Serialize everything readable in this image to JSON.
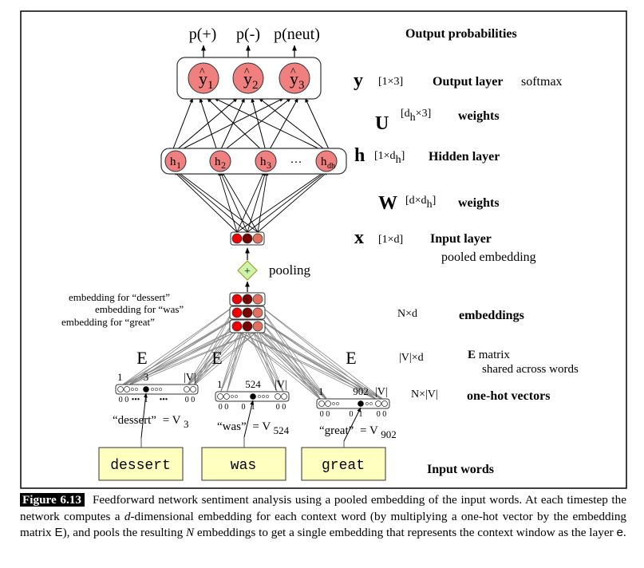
{
  "figure": {
    "label": "Figure 6.13",
    "caption_parts": [
      "Feedforward network sentiment analysis using a pooled embedding of the input words. At each timestep the network computes a ",
      "d",
      "-dimensional embedding for each context word (by multiplying a one-hot vector by the embedding matrix ",
      "E",
      "), and pools the resulting ",
      "N",
      " embeddings to get a single embedding that represents the context window as the layer ",
      "e",
      "."
    ]
  },
  "outputs": {
    "probabilities": [
      "p(+)",
      "p(-)",
      "p(neut)"
    ],
    "nodes": [
      {
        "symbol": "y",
        "hat": "^",
        "subscript": "1"
      },
      {
        "symbol": "y",
        "hat": "^",
        "subscript": "2"
      },
      {
        "symbol": "y",
        "hat": "^",
        "subscript": "3"
      }
    ]
  },
  "hidden": {
    "nodes": [
      {
        "symbol": "h",
        "subscript": "1"
      },
      {
        "symbol": "h",
        "subscript": "2"
      },
      {
        "symbol": "h",
        "subscript": "3"
      },
      {
        "symbol": "h",
        "subscript": "dh"
      }
    ],
    "ellipsis": "···"
  },
  "pooling": {
    "symbol": "+",
    "label": "pooling"
  },
  "embedding_labels": [
    "embedding for “dessert”",
    "embedding for “was”",
    "embedding for “great”"
  ],
  "embedding_matrix_label": "E",
  "onehot": [
    {
      "first_index": "1",
      "hot_index": "3",
      "last_index": "|V|",
      "bits": "0 0 ••• 1   •••  0 0",
      "bits_parts": [
        "0 0",
        "•••",
        "1",
        "•••",
        "0 0"
      ],
      "equation_word": "“dessert”",
      "equation_eq": "= V",
      "equation_sub": "3"
    },
    {
      "first_index": "1",
      "hot_index": "524",
      "last_index": "|V|",
      "bits_parts": [
        "0 0",
        "0",
        "1",
        "0 0"
      ],
      "equation_word": "“was”",
      "equation_eq": "= V",
      "equation_sub": "524"
    },
    {
      "first_index": "1",
      "hot_index": "902",
      "last_index": "|V|",
      "bits_parts": [
        "0 0",
        "0",
        "1",
        "0 0"
      ],
      "equation_word": "“great”",
      "equation_eq": "= V",
      "equation_sub": "902"
    }
  ],
  "input_words": [
    "dessert",
    "was",
    "great"
  ],
  "right_labels": {
    "output_probabilities": "Output probabilities",
    "y": {
      "symbol": "y",
      "dims": "[1×3]",
      "name": "Output layer",
      "note": "softmax"
    },
    "U": {
      "symbol": "U",
      "dims_pre": "[d",
      "dims_sub": "h",
      "dims_post": "×3]",
      "name": "weights"
    },
    "h": {
      "symbol": "h",
      "dims_pre": "[1×d",
      "dims_sub": "h",
      "dims_post": "]",
      "name": "Hidden layer"
    },
    "W": {
      "symbol": "W",
      "dims_pre": "[d×d",
      "dims_sub": "h",
      "dims_post": "]",
      "name": "weights"
    },
    "x": {
      "symbol": "x",
      "dims": "[1×d]",
      "name": "Input layer",
      "note": "pooled embedding"
    },
    "embeddings": {
      "dims": "N×d",
      "name": "embeddings"
    },
    "E": {
      "dims": "|V|×d",
      "name_symbol": "E",
      "name": " matrix",
      "note": "shared across words"
    },
    "onehot": {
      "dims": "N×|V|",
      "name": "one-hot vectors"
    },
    "input_words": "Input words"
  },
  "colors": {
    "output_node": "#f08080",
    "hidden_node": "#f08080",
    "emb_red": "#ee0000",
    "emb_dark": "#770000",
    "emb_salmon": "#e07060",
    "pool_fill": "#ccf5aa",
    "pool_stroke": "#a0a030",
    "word_box": "#ffffc0",
    "link_gray": "#888888"
  }
}
